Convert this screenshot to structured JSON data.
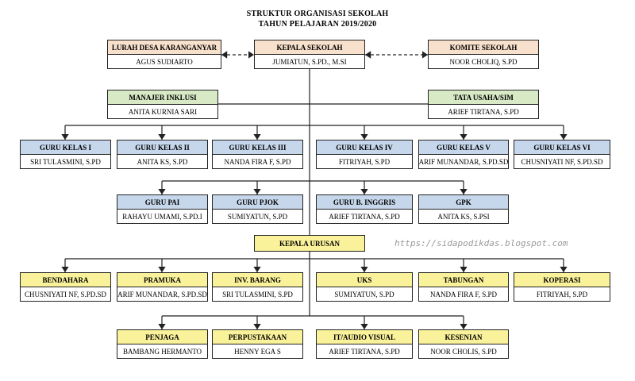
{
  "title": {
    "line1": "STRUKTUR ORGANISASI SEKOLAH",
    "line2": "TAHUN PELAJARAN 2019/2020"
  },
  "colors": {
    "beige": "#f8e1cc",
    "green": "#d8e9c6",
    "blue": "#c6d7ec",
    "yellow": "#faf29a",
    "line": "#222222"
  },
  "top": {
    "lurah": {
      "title": "LURAH DESA KARANGANYAR",
      "name": "AGUS SUDIARTO"
    },
    "kepala": {
      "title": "KEPALA SEKOLAH",
      "name": "JUMIATUN, S.Pd., M.Si"
    },
    "komite": {
      "title": "KOMITE SEKOLAH",
      "name": "NOOR CHOLIQ, S.Pd"
    }
  },
  "staff": {
    "manajer": {
      "title": "MANAJER INKLUSI",
      "name": "ANITA KURNIA SARI"
    },
    "tata_usaha": {
      "title": "TATA USAHA/SIM",
      "name": "ARIEF TIRTANA, S.Pd"
    }
  },
  "guru_kelas": [
    {
      "title": "GURU KELAS I",
      "name": "SRI TULASMINI, S.Pd"
    },
    {
      "title": "GURU KELAS II",
      "name": "ANITA KS, S.Pd"
    },
    {
      "title": "GURU KELAS III",
      "name": "NANDA FIRA F, S.Pd"
    },
    {
      "title": "GURU KELAS IV",
      "name": "FITRIYAH, S.Pd"
    },
    {
      "title": "GURU KELAS V",
      "name": "ARIF MUNANDAR, S.Pd.SD"
    },
    {
      "title": "GURU KELAS VI",
      "name": "CHUSNIYATI NF, S.Pd.SD"
    }
  ],
  "guru_mapel": [
    {
      "title": "GURU PAI",
      "name": "RAHAYU UMAMI, S.Pd.I"
    },
    {
      "title": "GURU PJOK",
      "name": "SUMIYATUN, S.Pd"
    },
    {
      "title": "GURU B. INGGRIS",
      "name": "ARIEF TIRTANA, S.Pd"
    },
    {
      "title": "GPK",
      "name": "ANITA KS, S.Psi"
    }
  ],
  "kepala_urusan": "KEPALA URUSAN",
  "urusan_row1": [
    {
      "title": "BENDAHARA",
      "name": "CHUSNIYATI NF, S.Pd.SD"
    },
    {
      "title": "PRAMUKA",
      "name": "ARIF MUNANDAR, S.Pd.SD"
    },
    {
      "title": "INV. BARANG",
      "name": "SRI TULASMINI, S.Pd"
    },
    {
      "title": "UKS",
      "name": "SUMIYATUN, S.Pd"
    },
    {
      "title": "TABUNGAN",
      "name": "NANDA FIRA F, S.Pd"
    },
    {
      "title": "KOPERASI",
      "name": "FITRIYAH, S.Pd"
    }
  ],
  "urusan_row2": [
    {
      "title": "PENJAGA",
      "name": "BAMBANG HERMANTO"
    },
    {
      "title": "PERPUSTAKAAN",
      "name": "HENNY EGA S"
    },
    {
      "title": "IT/AUDIO VISUAL",
      "name": "ARIEF TIRTANA, S.Pd"
    },
    {
      "title": "KESENIAN",
      "name": "NOOR CHOLIS, S.Pd"
    }
  ],
  "watermark": "https://sidapodikdas.blogspot.com"
}
